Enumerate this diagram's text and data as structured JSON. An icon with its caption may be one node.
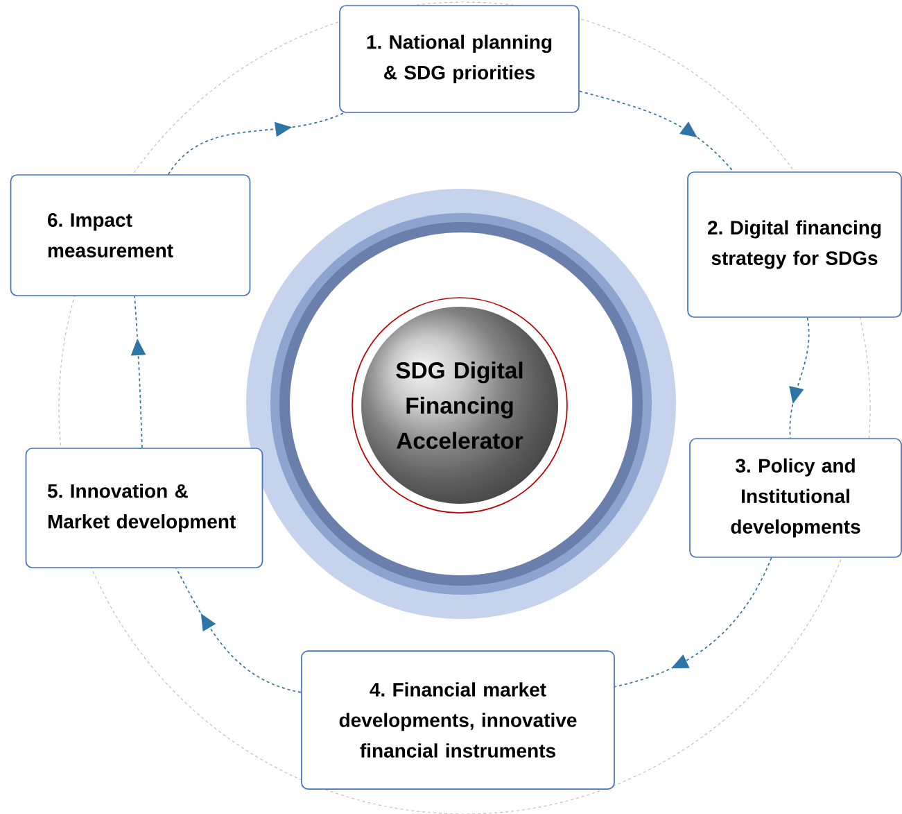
{
  "diagram": {
    "nodes": [
      {
        "text": [
          "1. National planning & SDG priorities"
        ]
      },
      {
        "text": [
          "2. Digital financing strategy for SDGs"
        ]
      },
      {
        "text": [
          "3. Policy and Institutional developments"
        ]
      },
      {
        "text": [
          "4. Financial market developments, innovative financial instruments"
        ]
      },
      {
        "text": [
          "5. Innovation & Market development"
        ]
      },
      {
        "text": [
          "6. Impact measurement"
        ]
      },
      {
        "text": [
          "SDG Digital Financing Accelerator"
        ]
      }
    ],
    "edges": [
      {
        "from": 0,
        "to": 1,
        "arrow": "to",
        "style": "dashed"
      },
      {
        "from": 1,
        "to": 2,
        "arrow": "to",
        "style": "dashed"
      },
      {
        "from": 2,
        "to": 3,
        "arrow": "to",
        "style": "dashed"
      },
      {
        "from": 3,
        "to": 4,
        "arrow": "to",
        "style": "dashed"
      },
      {
        "from": 4,
        "to": 5,
        "arrow": "to",
        "style": "dashed"
      },
      {
        "from": 5,
        "to": 0,
        "arrow": "to",
        "style": "dashed"
      }
    ]
  }
}
